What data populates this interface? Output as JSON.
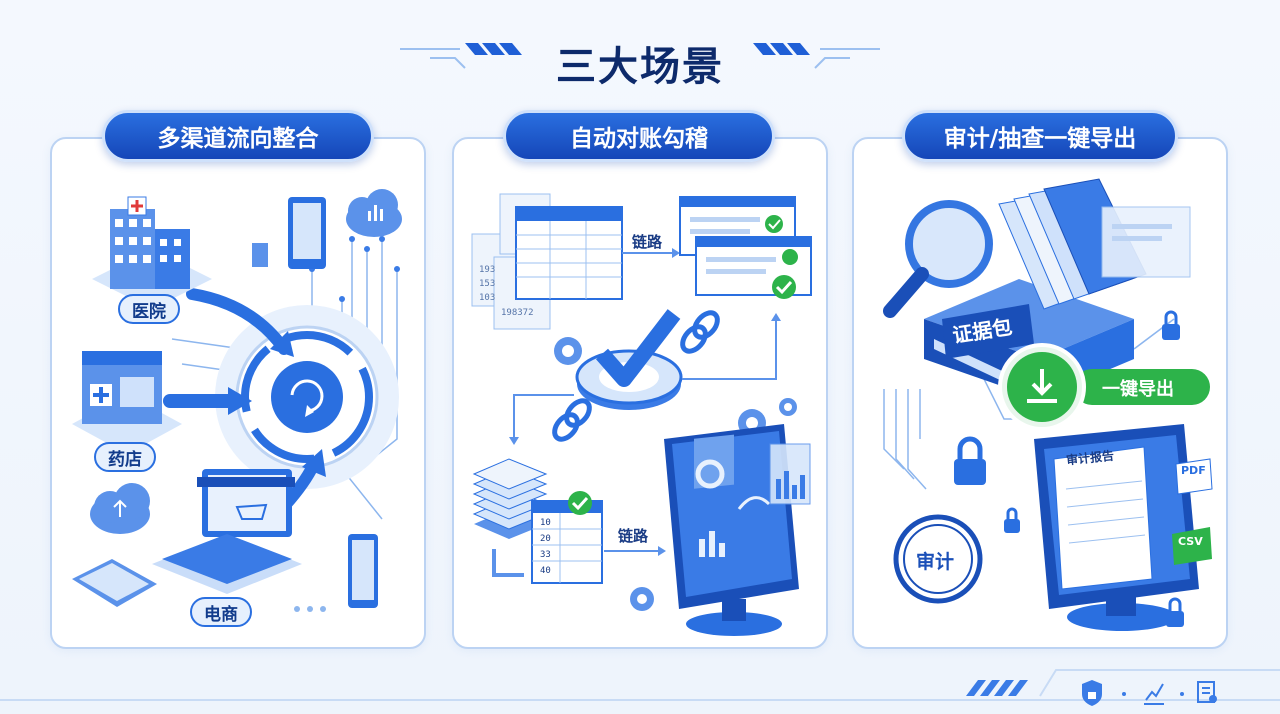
{
  "title": "三大场景",
  "panels": [
    {
      "heading": "多渠道流向整合",
      "labels": {
        "hospital": "医院",
        "pharmacy": "药店",
        "ecommerce": "电商"
      }
    },
    {
      "heading": "自动对账勾稽",
      "labels": {
        "link_top": "链路",
        "link_bottom": "链路"
      },
      "numbers_top": [
        "193",
        "153",
        "103",
        "198372"
      ],
      "numbers_table": [
        "10",
        "20",
        "33",
        "40"
      ]
    },
    {
      "heading": "审计/抽查一键导出",
      "labels": {
        "evidence": "证据包",
        "export": "一键导出",
        "audit_stamp": "审计",
        "audit_doc": "审计报告",
        "pdf": "PDF",
        "csv": "CSV"
      }
    }
  ],
  "colors": {
    "primary": "#1f5fd6",
    "dark": "#0d2a6b",
    "green": "#2db34a",
    "light": "#e6f0fd"
  },
  "icons": [
    "lock-icon",
    "chart-icon",
    "document-icon",
    "check-icon",
    "gear-icon",
    "download-icon",
    "magnifier-icon",
    "cloud-icon"
  ]
}
